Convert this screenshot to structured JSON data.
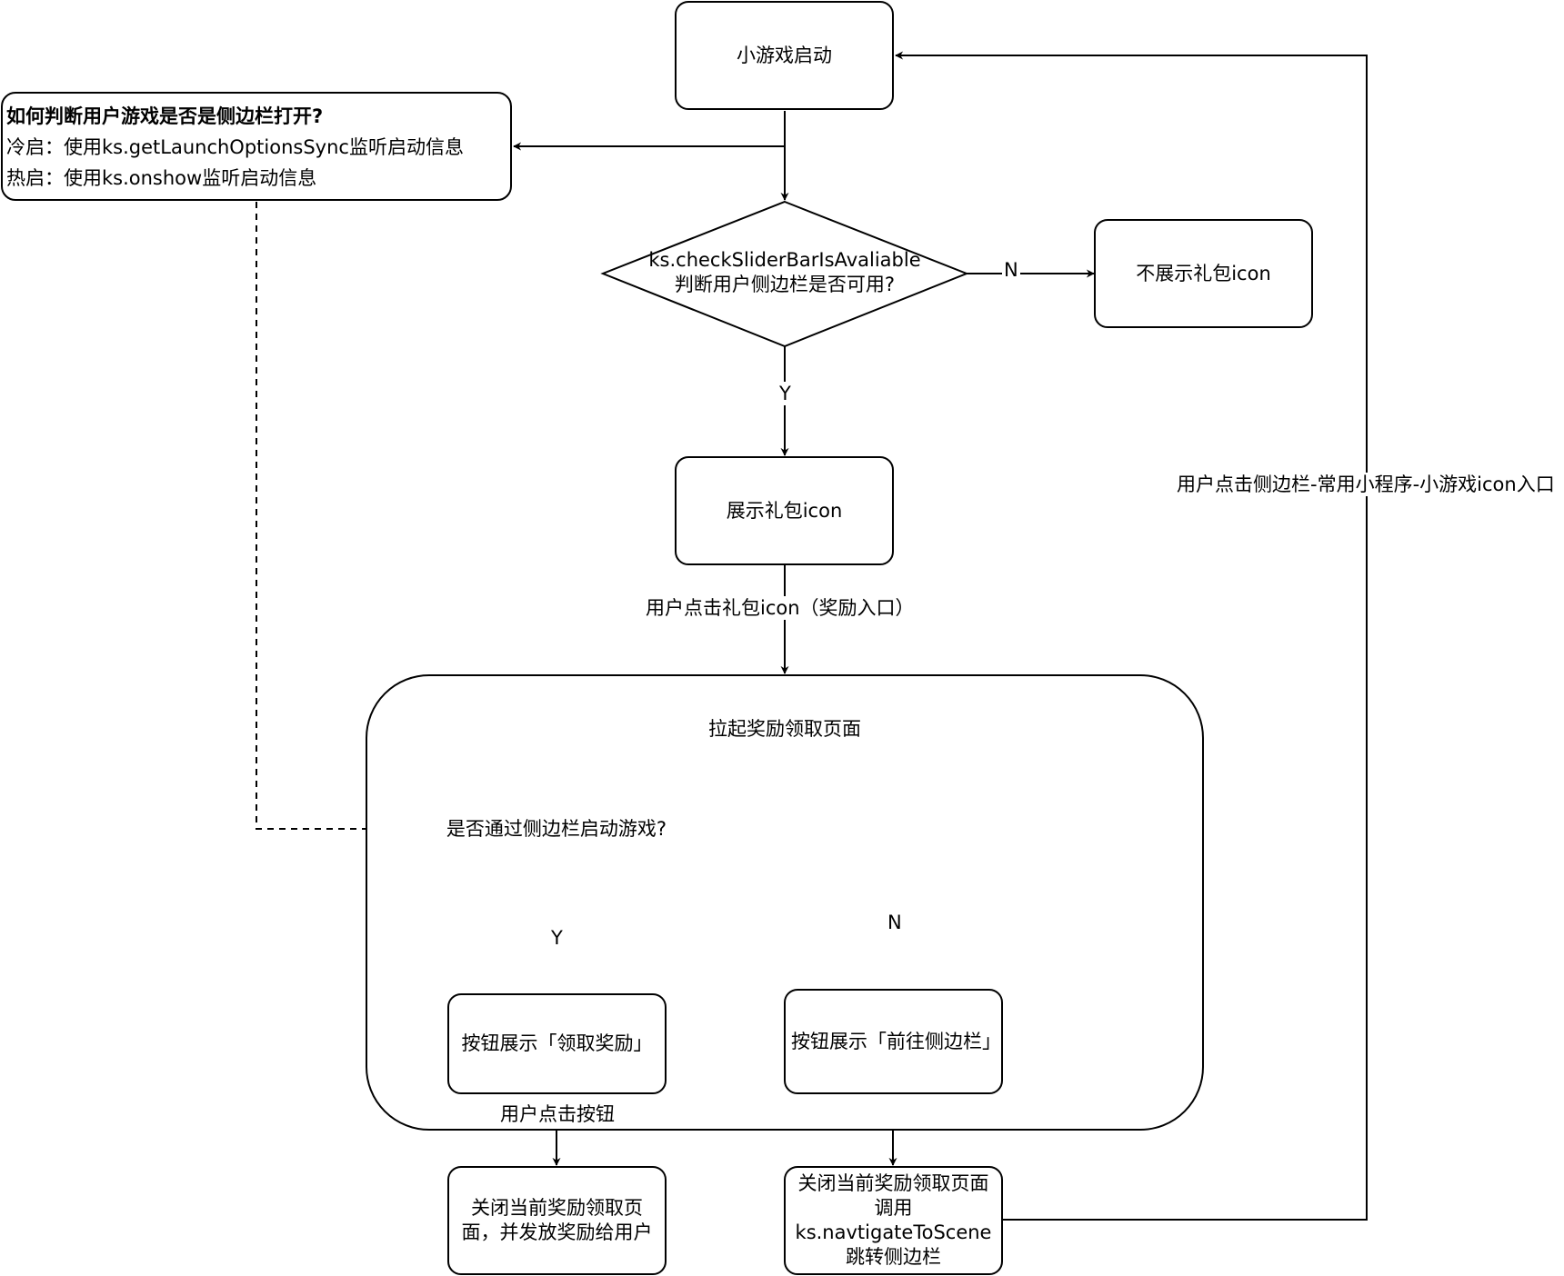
{
  "nodes": {
    "start": "小游戏启动",
    "check_line1": "ks.checkSliderBarIsAvaliable",
    "check_line2": "判断用户侧边栏是否可用?",
    "no_icon": "不展示礼包icon",
    "show_icon": "展示礼包icon",
    "reward_page_title": "拉起奖励领取页面",
    "via_sidebar": "是否通过侧边栏启动游戏?",
    "btn_claim": "按钮展示「领取奖励」",
    "btn_sidebar": "按钮展示「前往侧边栏」",
    "close_claim_line1": "关闭当前奖励领取页",
    "close_claim_line2": "面，并发放奖励给用户",
    "close_nav_line1": "关闭当前奖励领取页面",
    "close_nav_line2": "调用ks.navtigateToScene",
    "close_nav_line3": "跳转侧边栏"
  },
  "note": {
    "title": "如何判断用户游戏是否是侧边栏打开?",
    "cold": "冷启：使用ks.getLaunchOptionsSync监听启动信息",
    "hot": "热启：使用ks.onshow监听启动信息"
  },
  "edge_labels": {
    "n1": "N",
    "y1": "Y",
    "click_icon": "用户点击礼包icon（奖励入口）",
    "y2": "Y",
    "n2": "N",
    "click_button": "用户点击按钮",
    "sidebar_entry": "用户点击侧边栏-常用小程序-小游戏icon入口"
  }
}
